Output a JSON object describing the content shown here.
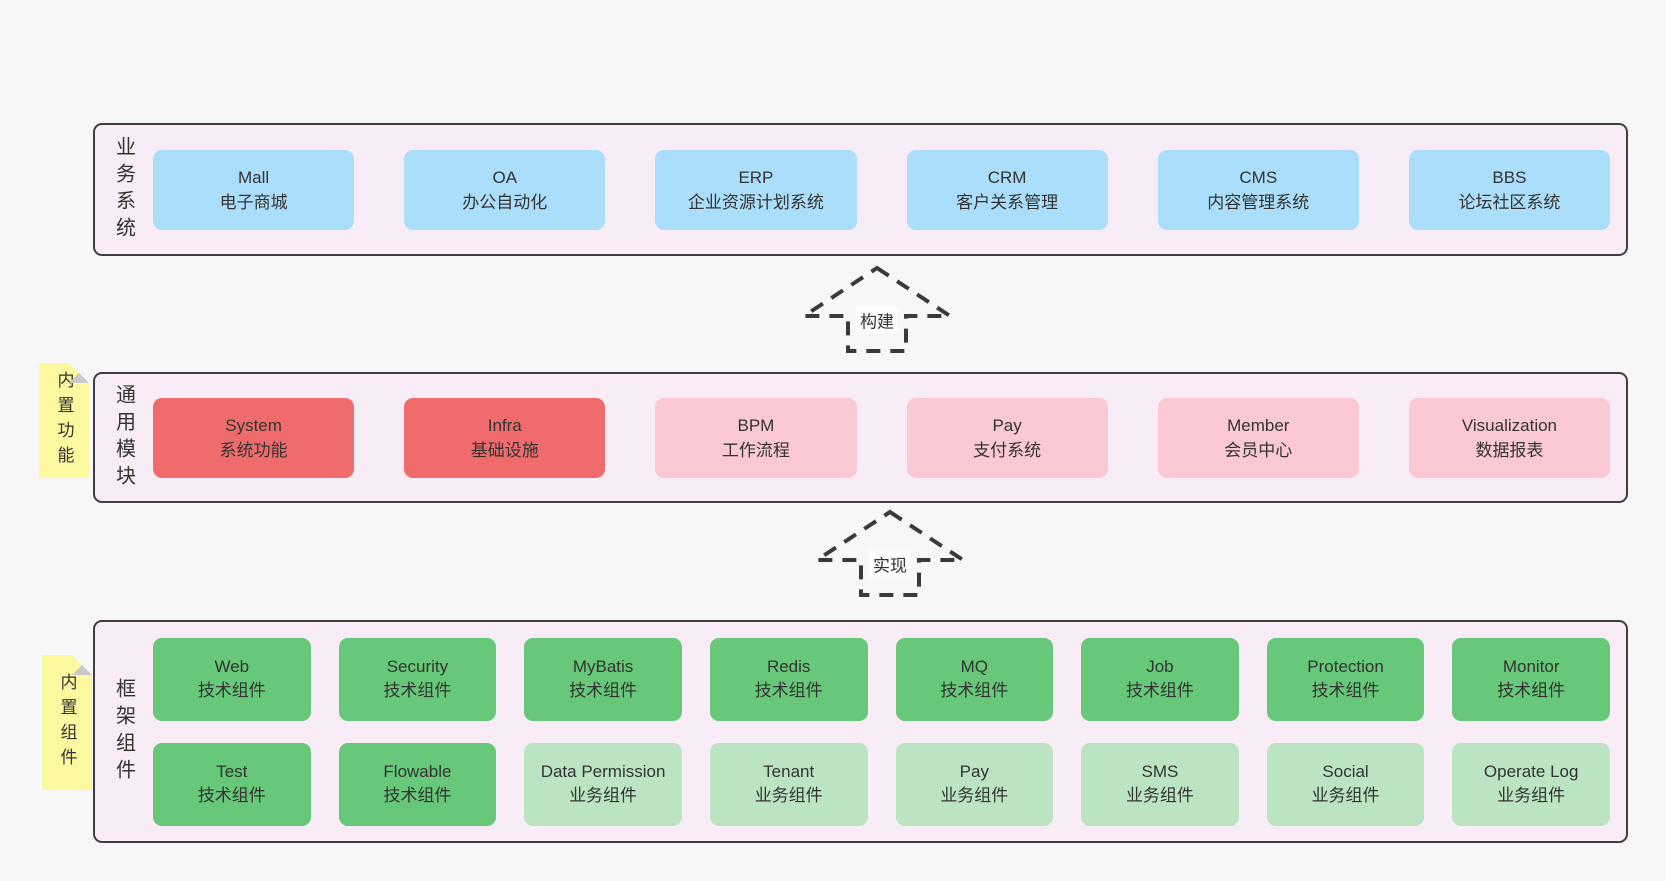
{
  "colors": {
    "page_background": "#f7f7f7",
    "container_background": "#f8edf6",
    "container_border": "#3f3f3f",
    "box_blue": "#abdefa",
    "box_red": "#f06c6c",
    "box_pink": "#fac9d3",
    "box_green_dark": "#66c878",
    "box_green_light": "#bbe5c2",
    "note_yellow": "#fbf8a0",
    "note_fold_gray": "#c9c9c9",
    "text": "#333333"
  },
  "arrows": {
    "build": {
      "label": "构建"
    },
    "implement": {
      "label": "实现"
    }
  },
  "layers": {
    "business": {
      "label": "业务系统",
      "boxes": [
        {
          "title": "Mall",
          "subtitle": "电子商城"
        },
        {
          "title": "OA",
          "subtitle": "办公自动化"
        },
        {
          "title": "ERP",
          "subtitle": "企业资源计划系统"
        },
        {
          "title": "CRM",
          "subtitle": "客户关系管理"
        },
        {
          "title": "CMS",
          "subtitle": "内容管理系统"
        },
        {
          "title": "BBS",
          "subtitle": "论坛社区系统"
        }
      ]
    },
    "modules": {
      "label": "通用模块",
      "note": "内置功能",
      "boxes": [
        {
          "title": "System",
          "subtitle": "系统功能"
        },
        {
          "title": "Infra",
          "subtitle": "基础设施"
        },
        {
          "title": "BPM",
          "subtitle": "工作流程"
        },
        {
          "title": "Pay",
          "subtitle": "支付系统"
        },
        {
          "title": "Member",
          "subtitle": "会员中心"
        },
        {
          "title": "Visualization",
          "subtitle": "数据报表"
        }
      ]
    },
    "components": {
      "label": "框架组件",
      "note": "内置组件",
      "row1": [
        {
          "title": "Web",
          "subtitle": "技术组件"
        },
        {
          "title": "Security",
          "subtitle": "技术组件"
        },
        {
          "title": "MyBatis",
          "subtitle": "技术组件"
        },
        {
          "title": "Redis",
          "subtitle": "技术组件"
        },
        {
          "title": "MQ",
          "subtitle": "技术组件"
        },
        {
          "title": "Job",
          "subtitle": "技术组件"
        },
        {
          "title": "Protection",
          "subtitle": "技术组件"
        },
        {
          "title": "Monitor",
          "subtitle": "技术组件"
        }
      ],
      "row2": [
        {
          "title": "Test",
          "subtitle": "技术组件"
        },
        {
          "title": "Flowable",
          "subtitle": "技术组件"
        },
        {
          "title": "Data Permission",
          "subtitle": "业务组件"
        },
        {
          "title": "Tenant",
          "subtitle": "业务组件"
        },
        {
          "title": "Pay",
          "subtitle": "业务组件"
        },
        {
          "title": "SMS",
          "subtitle": "业务组件"
        },
        {
          "title": "Social",
          "subtitle": "业务组件"
        },
        {
          "title": "Operate Log",
          "subtitle": "业务组件"
        }
      ]
    }
  }
}
